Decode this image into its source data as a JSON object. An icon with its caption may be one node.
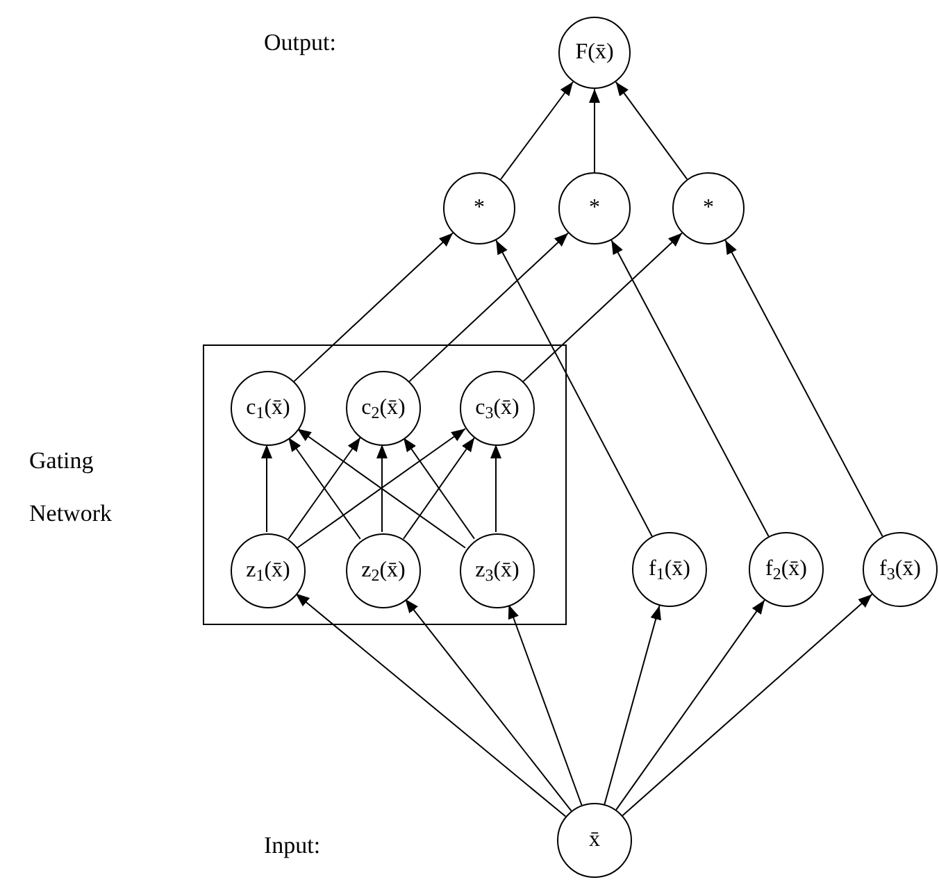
{
  "diagram": {
    "nodes": [
      {
        "text": [
          "F(x̄)"
        ]
      },
      {
        "text": [
          "*"
        ]
      },
      {
        "text": [
          "*"
        ]
      },
      {
        "text": [
          "*"
        ]
      },
      {
        "text": [
          "Gating Network"
        ]
      },
      {
        "text": [
          "c$_{1}$(x̄)"
        ],
        "in": 4
      },
      {
        "text": [
          "c$_{2}$(x̄)"
        ],
        "in": 4
      },
      {
        "text": [
          "c$_{3}$(x̄)"
        ],
        "in": 4
      },
      {
        "text": [
          "z$_{1}$(x̄)"
        ],
        "in": 4
      },
      {
        "text": [
          "z$_{2}$(x̄)"
        ],
        "in": 4
      },
      {
        "text": [
          "z$_{3}$(x̄)"
        ],
        "in": 4
      },
      {
        "text": [
          "f$_{1}$(x̄)"
        ]
      },
      {
        "text": [
          "f$_{2}$(x̄)"
        ]
      },
      {
        "text": [
          "f$_{3}$(x̄)"
        ]
      },
      {
        "text": [
          "x̄"
        ]
      }
    ],
    "labels": [
      "Output:",
      "Input:"
    ],
    "edges": [
      {
        "from": 1,
        "to": 0,
        "arrow": "to"
      },
      {
        "from": 2,
        "to": 0,
        "arrow": "to"
      },
      {
        "from": 3,
        "to": 0,
        "arrow": "to"
      },
      {
        "from": 5,
        "to": 1,
        "arrow": "to"
      },
      {
        "from": 6,
        "to": 2,
        "arrow": "to"
      },
      {
        "from": 7,
        "to": 3,
        "arrow": "to"
      },
      {
        "from": 11,
        "to": 1,
        "arrow": "to"
      },
      {
        "from": 12,
        "to": 2,
        "arrow": "to"
      },
      {
        "from": 13,
        "to": 3,
        "arrow": "to"
      },
      {
        "from": 8,
        "to": 5,
        "arrow": "to"
      },
      {
        "from": 8,
        "to": 6,
        "arrow": "to"
      },
      {
        "from": 8,
        "to": 7,
        "arrow": "to"
      },
      {
        "from": 9,
        "to": 5,
        "arrow": "to"
      },
      {
        "from": 9,
        "to": 6,
        "arrow": "to"
      },
      {
        "from": 9,
        "to": 7,
        "arrow": "to"
      },
      {
        "from": 10,
        "to": 5,
        "arrow": "to"
      },
      {
        "from": 10,
        "to": 6,
        "arrow": "to"
      },
      {
        "from": 10,
        "to": 7,
        "arrow": "to"
      },
      {
        "from": 14,
        "to": 8,
        "arrow": "to"
      },
      {
        "from": 14,
        "to": 9,
        "arrow": "to"
      },
      {
        "from": 14,
        "to": 10,
        "arrow": "to"
      },
      {
        "from": 14,
        "to": 11,
        "arrow": "to"
      },
      {
        "from": 14,
        "to": 12,
        "arrow": "to"
      },
      {
        "from": 14,
        "to": 13,
        "arrow": "to"
      }
    ]
  }
}
